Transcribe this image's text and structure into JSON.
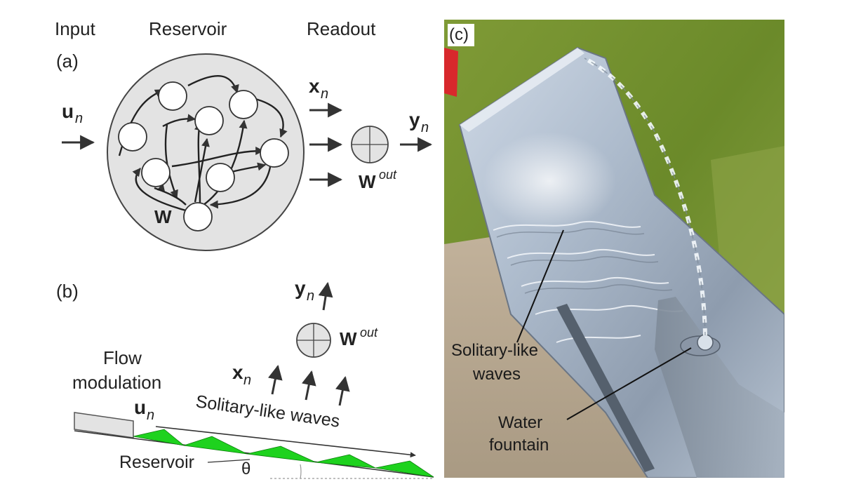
{
  "header": {
    "input": "Input",
    "reservoir": "Reservoir",
    "readout": "Readout"
  },
  "panel_a": {
    "label": "(a)",
    "input_symbol": "u",
    "input_subscript": "n",
    "state_symbol": "x",
    "state_subscript": "n",
    "output_symbol": "y",
    "output_subscript": "n",
    "weight_label": "W",
    "readout_weight": "W",
    "readout_weight_superscript": "out"
  },
  "panel_b": {
    "label": "(b)",
    "flow_modulation_line1": "Flow",
    "flow_modulation_line2": "modulation",
    "input_symbol": "u",
    "input_subscript": "n",
    "state_symbol": "x",
    "state_subscript": "n",
    "output_symbol": "y",
    "output_subscript": "n",
    "readout_weight": "W",
    "readout_weight_superscript": "out",
    "waves_label": "Solitary-like waves",
    "reservoir_label": "Reservoir",
    "angle_label": "θ"
  },
  "panel_c": {
    "label": "(c)",
    "waves_line1": "Solitary-like",
    "waves_line2": "waves",
    "fountain_line1": "Water",
    "fountain_line2": "fountain"
  },
  "colors": {
    "wave_green": "#1ed21e",
    "reservoir_fill": "#e3e3e3",
    "arrow": "#333333",
    "steel": "#a9b6c6",
    "grass": "#6f8f2c",
    "sand": "#b9a890"
  }
}
